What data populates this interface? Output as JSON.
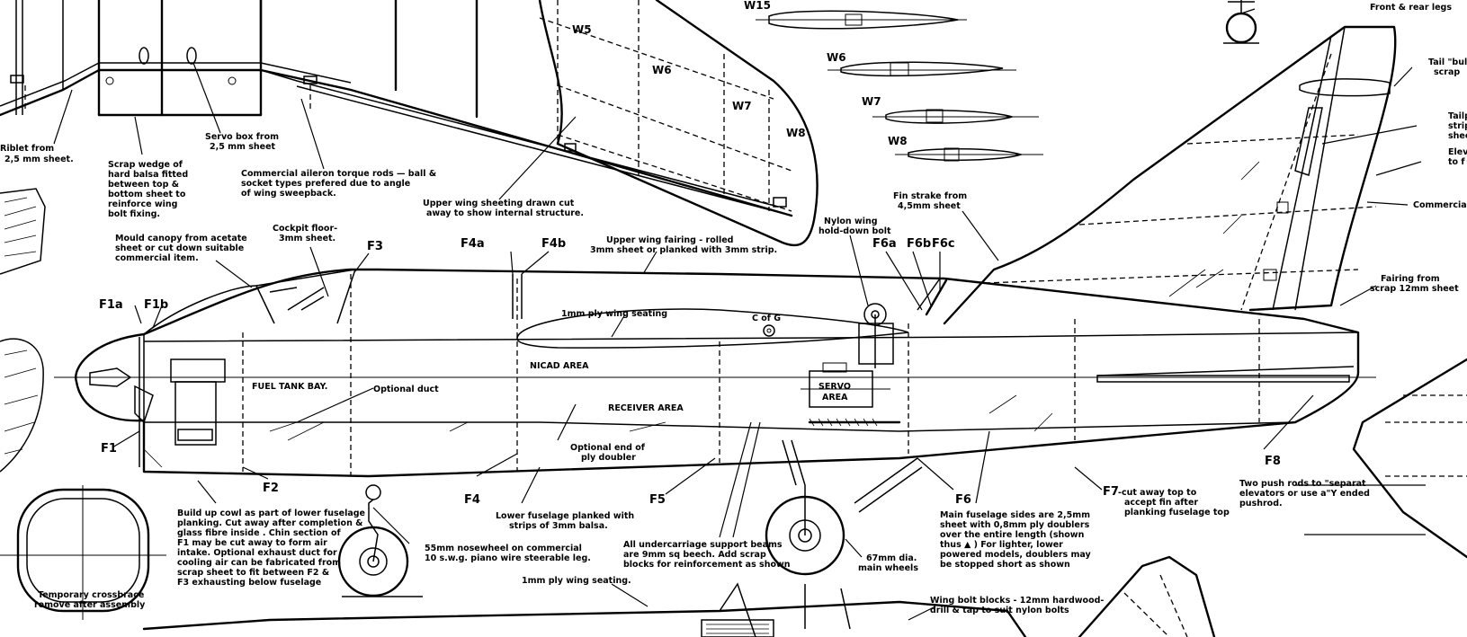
{
  "station_labels": {
    "F1a": "F1a",
    "F1b": "F1b",
    "F1": "F1",
    "F2": "F2",
    "F3": "F3",
    "F4a": "F4a",
    "F4b": "F4b",
    "F4": "F4",
    "F5": "F5",
    "F6": "F6",
    "F6a": "F6a",
    "F6b": "F6b",
    "F6c": "F6c",
    "F7": "F7",
    "F8": "F8",
    "W5": "W5",
    "W6": "W6",
    "W7": "W7",
    "W8": "W8",
    "W15": "W15",
    "W6s": "W6",
    "W7s": "W7",
    "W8s": "W8"
  },
  "notes": {
    "riblet": [
      "Riblet from",
      "2,5 mm sheet."
    ],
    "scrap_wedge": [
      "Scrap wedge of",
      "hard balsa fitted",
      "between top &",
      "bottom sheet to",
      "reinforce wing",
      "bolt fixing."
    ],
    "servo_box": [
      "Servo box from",
      "2,5 mm sheet"
    ],
    "aileron": [
      "Commercial aileron torque rods — ball &",
      "socket types prefered due to angle",
      "of wing sweepback."
    ],
    "upper_sheeting": [
      "Upper wing sheeting drawn cut",
      "away to show internal structure."
    ],
    "canopy": [
      "Mould canopy from acetate",
      "sheet or cut down suitable",
      "commercial item."
    ],
    "cockpit": [
      "Cockpit floor-",
      "3mm sheet."
    ],
    "upper_fairing": [
      "Upper wing fairing - rolled",
      "3mm sheet or planked with 3mm strip."
    ],
    "nylon_bolt": [
      "Nylon wing",
      "hold-down bolt"
    ],
    "fin_strake": [
      "Fin strake from",
      "4,5mm sheet"
    ],
    "front_rear_legs": [
      "Front & rear legs"
    ],
    "tail_bullet": [
      "Tail \"bull",
      "scrap"
    ],
    "tailplane": [
      "Tailp",
      "strip",
      "shee"
    ],
    "elevator": [
      "Elev",
      "to f"
    ],
    "commercial_r": [
      "Commercial s"
    ],
    "fairing_scrap": [
      "Fairing from",
      "scrap 12mm sheet"
    ],
    "ply_seating": [
      "1mm ply wing seating"
    ],
    "cofg": [
      "C of G"
    ],
    "nicad": [
      "NICAD AREA"
    ],
    "fuel_tank": [
      "FUEL TANK BAY."
    ],
    "optional_duct": [
      "Optional duct"
    ],
    "receiver": [
      "RECEIVER AREA"
    ],
    "servo_area": [
      "SERVO",
      "AREA"
    ],
    "optional_end": [
      "Optional end of",
      "ply doubler"
    ],
    "push_rods": [
      "Two push rods to \"separat",
      "elevators or use a\"Y ended",
      "pushrod."
    ],
    "f7_note": [
      "-cut away top to",
      "accept fin after",
      "planking fuselage top"
    ],
    "cowl": [
      "Build up cowl as part of lower fuselage",
      "planking. Cut away after completion &",
      "glass fibre inside . Chin section of",
      "F1 may be cut away to form air",
      "intake. Optional exhaust duct for",
      "cooling air can be fabricated from",
      "scrap sheet to fit between F2 &",
      "F3 exhausting below fuselage"
    ],
    "lower_fuselage": [
      "Lower fuselage planked with",
      "strips of 3mm balsa."
    ],
    "nosewheel": [
      "55mm nosewheel on commercial",
      "10 s.w.g. piano wire steerable leg."
    ],
    "undercarriage": [
      "All undercarriage support beams",
      "are 9mm sq beech. Add scrap",
      "blocks for reinforcement as shown"
    ],
    "main_wheels": [
      "67mm dia.",
      "main wheels"
    ],
    "fuselage_sides": [
      "Main fuselage sides are 2,5mm",
      "sheet with 0,8mm ply doublers",
      "over the entire length (shown",
      "thus ▲ ) For lighter, lower",
      "powered models, doublers may",
      "be stopped short as shown"
    ],
    "ply_seating_lower": [
      "1mm ply wing seating."
    ],
    "crossbrace": [
      "Temporary crossbrace",
      "remove after assembly"
    ],
    "bolt_blocks": [
      "Wing bolt blocks - 12mm hardwood-",
      "drill & tap to suit nylon bolts"
    ]
  },
  "colors": {
    "ink": "#000000",
    "paper": "#ffffff"
  }
}
